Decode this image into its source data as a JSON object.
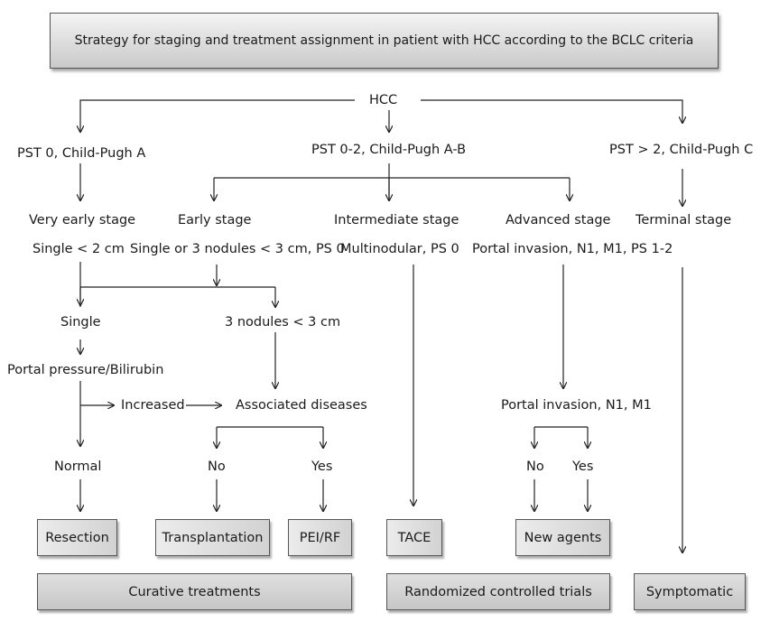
{
  "title": "Strategy for staging and treatment assignment in patient with HCC according to the BCLC criteria",
  "root": "HCC",
  "branches": {
    "left": "PST 0, Child-Pugh A",
    "middle": "PST 0-2, Child-Pugh A-B",
    "right": "PST > 2, Child-Pugh C"
  },
  "stages": {
    "very_early": "Very early stage",
    "early": "Early stage",
    "intermediate": "Intermediate stage",
    "advanced": "Advanced stage",
    "terminal": "Terminal stage"
  },
  "criteria": {
    "very_early": "Single < 2 cm",
    "early": "Single or 3 nodules < 3 cm, PS 0",
    "intermediate": "Multinodular, PS 0",
    "advanced": "Portal invasion, N1, M1, PS 1-2"
  },
  "nodes": {
    "single": "Single",
    "three_nodules": "3 nodules < 3 cm",
    "portal_pressure": "Portal pressure/Bilirubin",
    "increased": "Increased",
    "associated_diseases": "Associated diseases",
    "portal_invasion": "Portal invasion, N1, M1",
    "normal": "Normal",
    "no_left": "No",
    "yes_left": "Yes",
    "no_right": "No",
    "yes_right": "Yes"
  },
  "treatments": {
    "resection": "Resection",
    "transplantation": "Transplantation",
    "pei_rf": "PEI/RF",
    "tace": "TACE",
    "new_agents": "New agents"
  },
  "categories": {
    "curative": "Curative treatments",
    "rct": "Randomized controlled trials",
    "symptomatic": "Symptomatic"
  }
}
